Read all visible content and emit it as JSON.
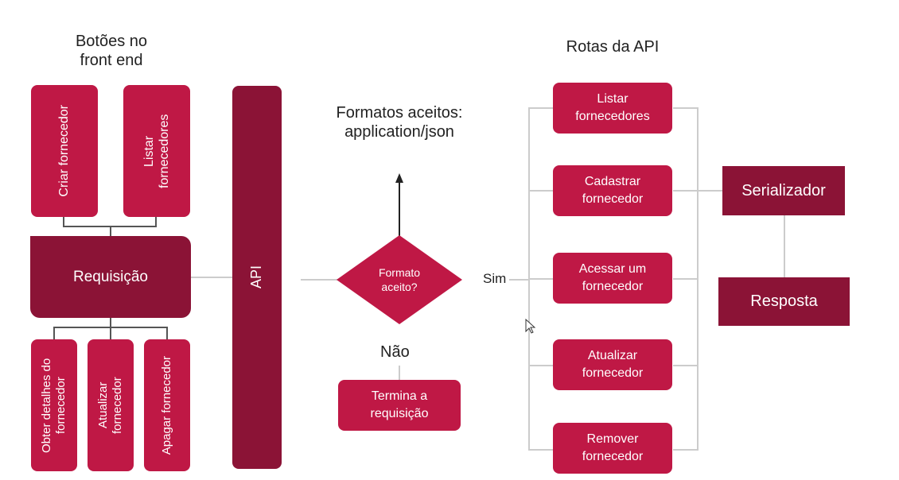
{
  "frontend": {
    "heading": "Botões no\nfront end",
    "top_buttons": [
      "Criar fornecedor",
      "Listar fornecedores"
    ],
    "requisicao": "Requisição",
    "bottom_buttons": [
      "Obter detalhes do fornecedor",
      "Atualizar fornecedor",
      "Apagar fornecedor"
    ]
  },
  "api": {
    "label": "API"
  },
  "formats": {
    "heading": "Formatos aceitos:\napplication/json",
    "decision": "Formato\naceito?",
    "yes": "Sim",
    "no": "Não",
    "end": "Termina a\nrequisição"
  },
  "routes": {
    "heading": "Rotas da API",
    "items": [
      "Listar\nfornecedores",
      "Cadastrar\nfornecedor",
      "Acessar um\nfornecedor",
      "Atualizar\nfornecedor",
      "Remover\nfornecedor"
    ]
  },
  "serializer": {
    "label": "Serializador"
  },
  "response": {
    "label": "Resposta"
  },
  "colors": {
    "primary": "#bf1845",
    "dark": "#8b1336",
    "connector": "#cccccc"
  }
}
